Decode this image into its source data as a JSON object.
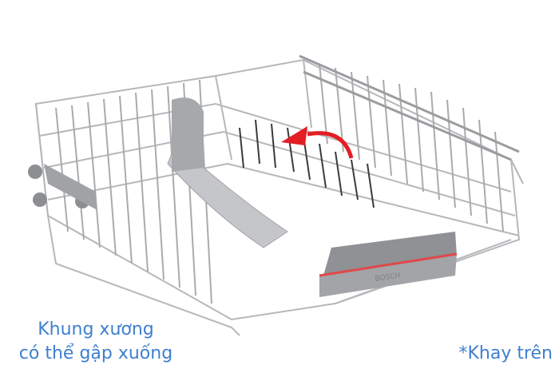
{
  "image": {
    "subject": "dishwasher upper rack",
    "brand_label": "BOSCH",
    "colors": {
      "wire": "#b5b7ba",
      "wire_dark": "#8c8e91",
      "tray": "#9b9da0",
      "tray_stripe": "#e0484a",
      "arrow": "#e31e24",
      "tines": "#3a3a3c",
      "caption": "#3f7fcf"
    }
  },
  "captions": {
    "left_line1": "Khung xương",
    "left_line2": "có thể gập xuống",
    "right": "*Khay trên"
  }
}
